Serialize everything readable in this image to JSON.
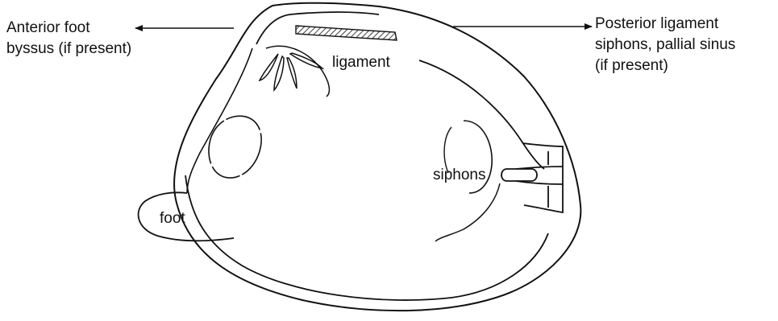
{
  "labels": {
    "anterior_line1": "Anterior foot",
    "anterior_line2": "byssus (if present)",
    "posterior_line1": "Posterior  ligament",
    "posterior_line2": "siphons, pallial sinus",
    "posterior_line3": "(if present)",
    "ligament": "ligament",
    "siphons": "siphons",
    "foot": "foot"
  },
  "colors": {
    "ink": "#111111",
    "background": "#ffffff"
  }
}
